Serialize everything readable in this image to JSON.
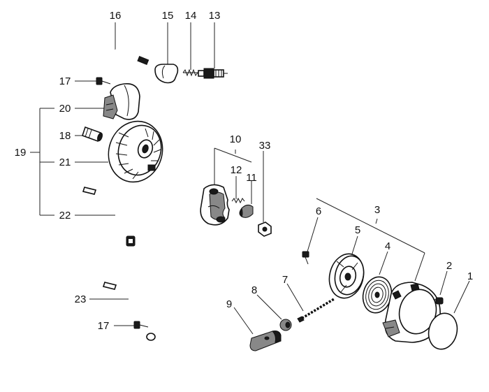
{
  "callouts": {
    "p1": "1",
    "p2": "2",
    "p3": "3",
    "p4": "4",
    "p5": "5",
    "p6": "6",
    "p7": "7",
    "p8": "8",
    "p9": "9",
    "p10": "10",
    "p11": "11",
    "p12": "12",
    "p13": "13",
    "p14": "14",
    "p15": "15",
    "p16": "16",
    "p17a": "17",
    "p17b": "17",
    "p18": "18",
    "p19": "19",
    "p20": "20",
    "p21": "21",
    "p22": "22",
    "p23": "23",
    "p33": "33"
  },
  "colors": {
    "ink": "#111111",
    "background": "#ffffff",
    "shade": "#888888"
  }
}
